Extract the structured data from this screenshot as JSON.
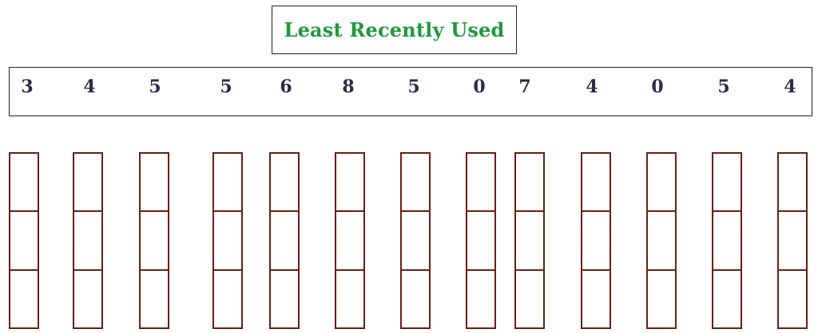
{
  "title": "Least Recently Used",
  "colors": {
    "title": "#1f9a3c",
    "numbers": "#2b2b4a",
    "frame_border": "#6b1f0f",
    "box_border": "#222222"
  },
  "reference_string": [
    "3",
    "4",
    "5",
    "5",
    "6",
    "8",
    "5",
    "0",
    "7",
    "4",
    "0",
    "5",
    "4"
  ],
  "frames": [
    [
      "",
      "",
      ""
    ],
    [
      "",
      "",
      ""
    ],
    [
      "",
      "",
      ""
    ],
    [
      "",
      "",
      ""
    ],
    [
      "",
      "",
      ""
    ],
    [
      "",
      "",
      ""
    ],
    [
      "",
      "",
      ""
    ],
    [
      "",
      "",
      ""
    ],
    [
      "",
      "",
      ""
    ],
    [
      "",
      "",
      ""
    ],
    [
      "",
      "",
      ""
    ],
    [
      "",
      "",
      ""
    ],
    [
      "",
      "",
      ""
    ]
  ]
}
